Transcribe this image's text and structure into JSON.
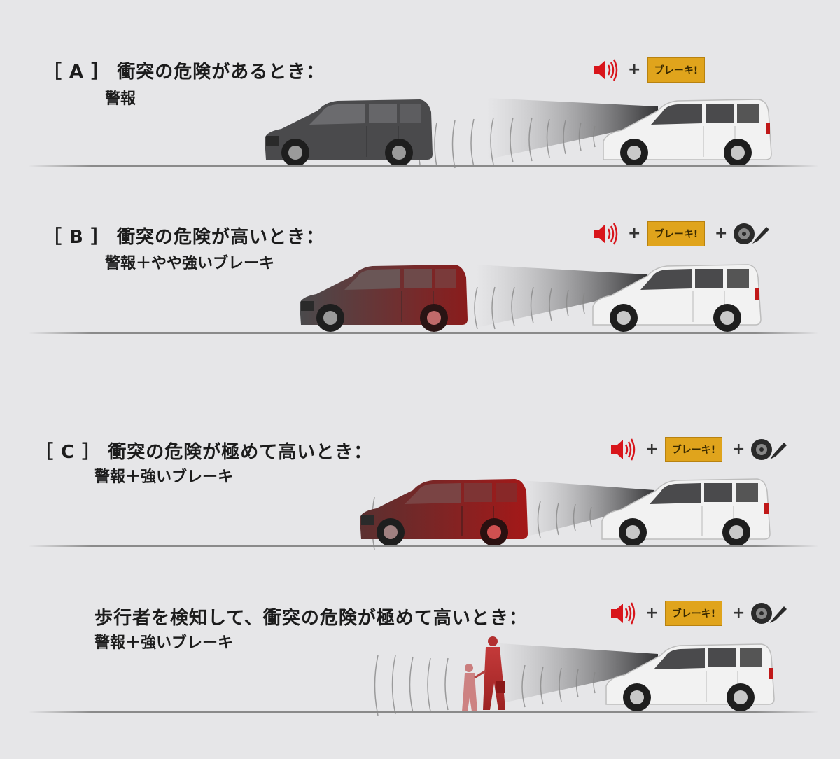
{
  "panels": [
    {
      "title": "［ A ］ 衝突の危険があるとき：",
      "subtitle": "警報",
      "badge": "ブレーキ!"
    },
    {
      "title": "［ B ］ 衝突の危険が高いとき：",
      "subtitle": "警報＋やや強いブレーキ",
      "badge": "ブレーキ!"
    },
    {
      "title": "［ C ］ 衝突の危険が極めて高いとき：",
      "subtitle": "警報＋強いブレーキ",
      "badge": "ブレーキ!"
    },
    {
      "title": "歩行者を検知して、衝突の危険が極めて高いとき：",
      "subtitle": "警報＋強いブレーキ",
      "badge": "ブレーキ!"
    }
  ],
  "plus_symbol": "+",
  "icons": {
    "alarm": "speaker-icon",
    "brake": "brake-badge",
    "wheel": "brake-wheel-icon"
  },
  "colors": {
    "badge": "#e0a41c",
    "alarm": "#d8151b",
    "danger_tint": "#a01e1e",
    "gray_car": "#4a4a4c",
    "white_car": "#f2f2f2"
  }
}
